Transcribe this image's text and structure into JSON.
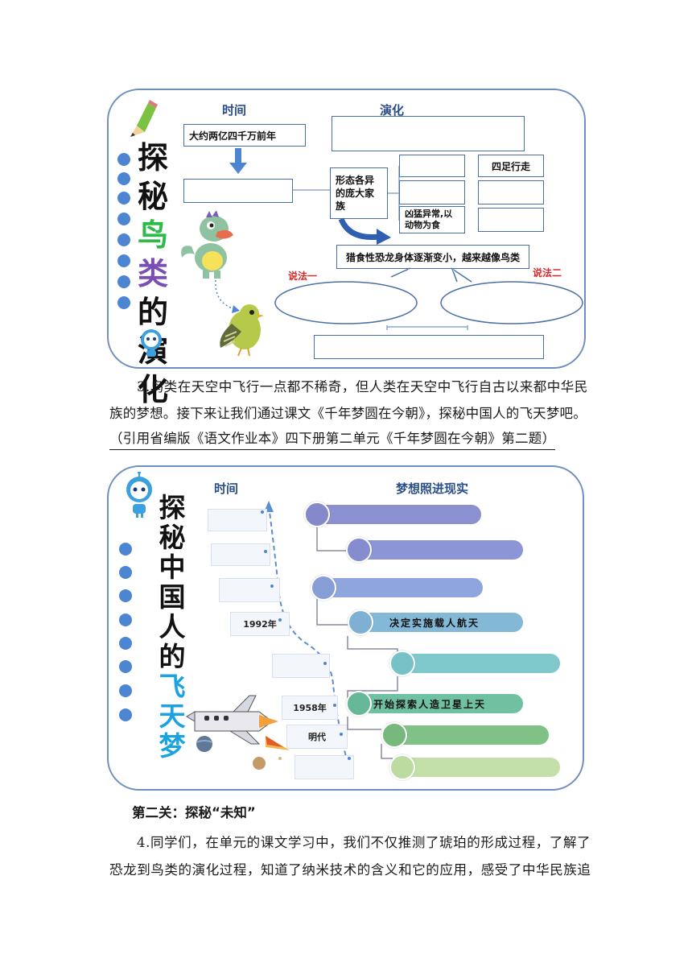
{
  "panel1": {
    "title_chars": [
      "探",
      "秘",
      "鸟",
      "类",
      "的",
      "演",
      "化"
    ],
    "header_time": "时间",
    "header_evolution": "演化",
    "time_box": "大约两亿四千万前年",
    "family_box": "形态各异的庞大家族",
    "four_feet_box": "四足行走",
    "fierce_box": "凶猛异常,以动物为食",
    "summary_box": "猎食性恐龙身体逐渐变小，越来越像鸟类",
    "theory_one": "说法一",
    "theory_two": "说法二",
    "colors": {
      "accent_green": "#2fb94a",
      "accent_purple": "#7a4fb4",
      "theory_red": "#d72a2a"
    }
  },
  "paragraph3": {
    "line1": "3.鸟类在天空中飞行一点都不稀奇，但人类在天空中飞行自古以来都中华民",
    "line2": "族的梦想。接下来让我们通过课文《千年梦圆在今朝》，探秘中国人的飞天梦吧。",
    "line3": "（引用省编版《语文作业本》四下册第二单元《千年梦圆在今朝》第二题）"
  },
  "panel2": {
    "title_chars": [
      "探",
      "秘",
      "中",
      "国",
      "人",
      "的",
      "飞",
      "天",
      "梦"
    ],
    "header_time": "时间",
    "header_dream": "梦想照进现实",
    "time_1992": "1992年",
    "time_1958": "1958年",
    "time_ming": "明代",
    "dream_manned": "决定实施载人航天",
    "dream_satellite": "开始探索人造卫星上天",
    "colors": {
      "accent_blue": "#1aa3e0"
    }
  },
  "section": {
    "title": "第二关：探秘“未知”"
  },
  "paragraph4": {
    "line1": "4.同学们，在单元的课文学习中，我们不仅推测了琥珀的形成过程，了解了",
    "line2": "恐龙到鸟类的演化过程，知道了纳米技术的含义和它的应用，感受了中华民族追"
  }
}
